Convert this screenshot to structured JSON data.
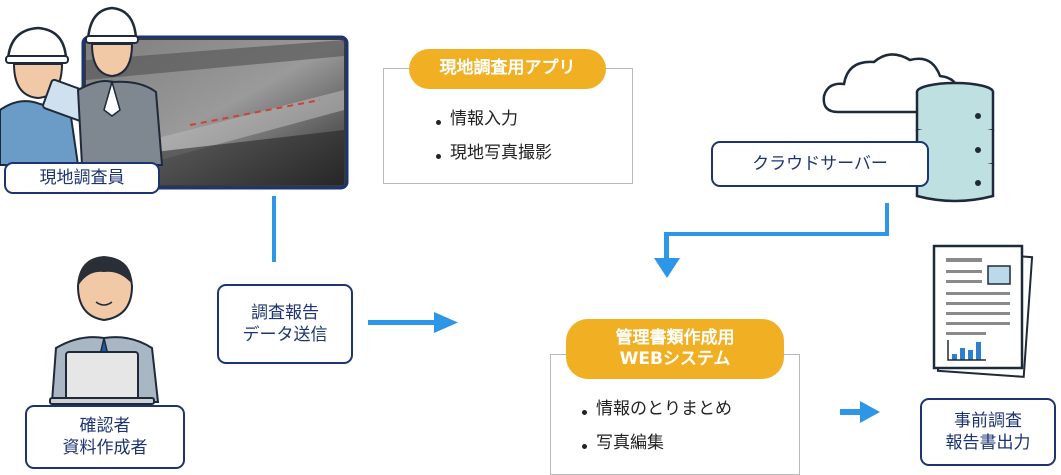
{
  "field_investigator": {
    "label": "現地調査員"
  },
  "survey_app": {
    "title": "現地調査用アプリ",
    "items": [
      "情報入力",
      "現地写真撮影"
    ]
  },
  "cloud": {
    "label": "クラウドサーバー"
  },
  "report_send": {
    "line1": "調査報告",
    "line2": "データ送信"
  },
  "reviewer": {
    "line1": "確認者",
    "line2": "資料作成者"
  },
  "web_system": {
    "title_line1": "管理書類作成用",
    "title_line2": "WEBシステム",
    "items": [
      "情報のとりまとめ",
      "写真編集"
    ]
  },
  "output": {
    "line1": "事前調査",
    "line2": "報告書出力"
  },
  "colors": {
    "navy": "#1d3472",
    "orange": "#f1b024",
    "arrow_blue": "#2d96e6"
  }
}
